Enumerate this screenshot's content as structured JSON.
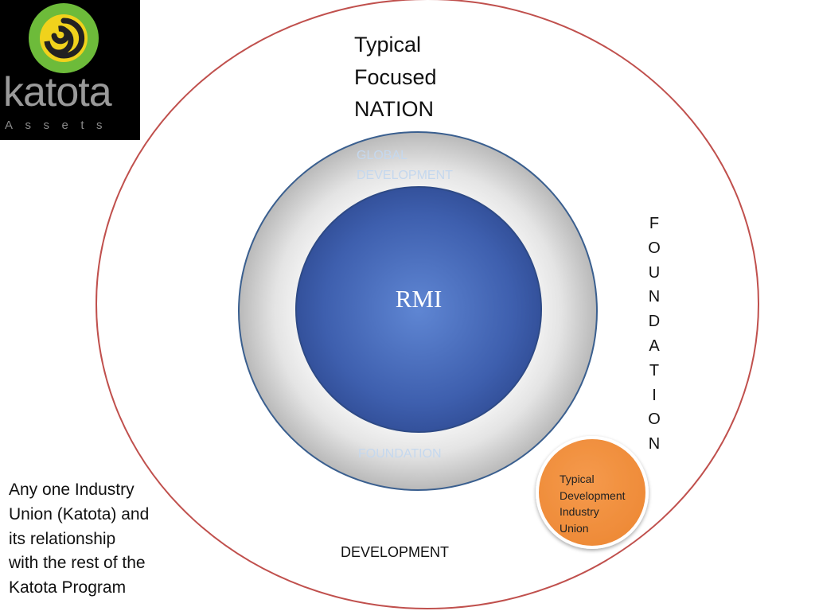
{
  "logo": {
    "word": "katota",
    "sub": "Assets",
    "colors": {
      "bg": "#000000",
      "swirl_outer": "#6dbb3a",
      "swirl_inner": "#f0d21c"
    }
  },
  "diagram": {
    "title_lines": [
      "Typical",
      "Focused",
      "NATION"
    ],
    "ring_label_top": [
      "GLOBAL",
      "DEVELOPMENT"
    ],
    "ring_label_bottom": "FOUNDATION",
    "center_label": "RMI",
    "outer_side_label_letters": [
      "F",
      "O",
      "U",
      "N",
      "D",
      "A",
      "T",
      "I",
      "O",
      "N"
    ],
    "outer_bottom_label": "DEVELOPMENT",
    "small_circle_lines": [
      "Typical",
      "Development",
      "Industry",
      "Union"
    ],
    "caption_lines": [
      "Any one Industry",
      "Union (Katota) and",
      "its relationship",
      "with the rest of the",
      "Katota Program"
    ],
    "colors": {
      "outer_ring_stroke": "#c0504d",
      "middle_ring_stroke": "#3a5f8f",
      "core_fill": "#4a6fc0",
      "small_circle_fill": "#f28c3a"
    }
  }
}
